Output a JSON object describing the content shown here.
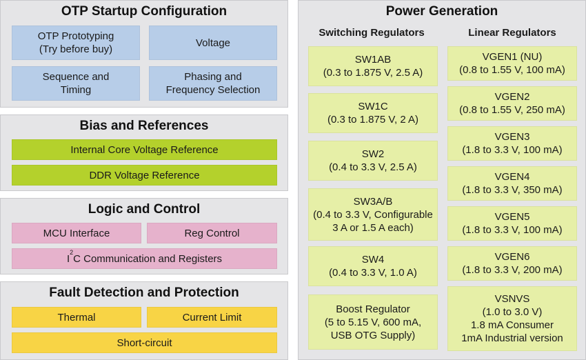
{
  "colors": {
    "panel_bg": "#e5e5e7",
    "otp_box": "#b7cde8",
    "bias_box": "#b4d12c",
    "logic_box": "#e6b2cc",
    "fault_box": "#f8d445",
    "regulator_box": "#e6efa7"
  },
  "otp": {
    "title": "OTP Startup Configuration",
    "items": [
      {
        "line1": "OTP Prototyping",
        "line2": "(Try before buy)"
      },
      {
        "line1": "Voltage",
        "line2": ""
      },
      {
        "line1": "Sequence and",
        "line2": "Timing"
      },
      {
        "line1": "Phasing and",
        "line2": "Frequency Selection"
      }
    ]
  },
  "bias": {
    "title": "Bias and References",
    "items": [
      "Internal Core Voltage Reference",
      "DDR Voltage Reference"
    ]
  },
  "logic": {
    "title": "Logic and Control",
    "items": [
      "MCU Interface",
      "Reg Control"
    ],
    "i2c": {
      "prefix": "I",
      "sup": "2",
      "suffix": "C Communication and Registers"
    }
  },
  "fault": {
    "title": "Fault Detection and Protection",
    "items": [
      "Thermal",
      "Current Limit",
      "Short-circuit"
    ]
  },
  "power": {
    "title": "Power Generation",
    "switching": {
      "heading": "Switching Regulators",
      "items": [
        {
          "lines": [
            "SW1AB",
            "(0.3 to 1.875 V, 2.5 A)"
          ]
        },
        {
          "lines": [
            "SW1C",
            "(0.3 to 1.875 V, 2 A)"
          ]
        },
        {
          "lines": [
            "SW2",
            "(0.4 to 3.3 V, 2.5 A)"
          ]
        },
        {
          "lines": [
            "SW3A/B",
            "(0.4 to 3.3 V, Configurable",
            "3 A or 1.5 A each)"
          ]
        },
        {
          "lines": [
            "SW4",
            "(0.4 to 3.3 V, 1.0 A)"
          ]
        },
        {
          "lines": [
            "Boost Regulator",
            "(5 to 5.15 V, 600 mA,",
            "USB OTG Supply)"
          ]
        }
      ]
    },
    "linear": {
      "heading": "Linear Regulators",
      "items": [
        {
          "lines": [
            "VGEN1 (NU)",
            "(0.8 to 1.55 V, 100 mA)"
          ]
        },
        {
          "lines": [
            "VGEN2",
            "(0.8 to 1.55 V, 250 mA)"
          ]
        },
        {
          "lines": [
            "VGEN3",
            "(1.8 to 3.3 V, 100 mA)"
          ]
        },
        {
          "lines": [
            "VGEN4",
            "(1.8 to 3.3 V, 350 mA)"
          ]
        },
        {
          "lines": [
            "VGEN5",
            "(1.8 to 3.3 V, 100 mA)"
          ]
        },
        {
          "lines": [
            "VGEN6",
            "(1.8 to 3.3 V, 200 mA)"
          ]
        },
        {
          "lines": [
            "VSNVS",
            "(1.0 to 3.0 V)",
            "1.8 mA Consumer",
            "1mA Industrial version"
          ]
        }
      ]
    }
  }
}
